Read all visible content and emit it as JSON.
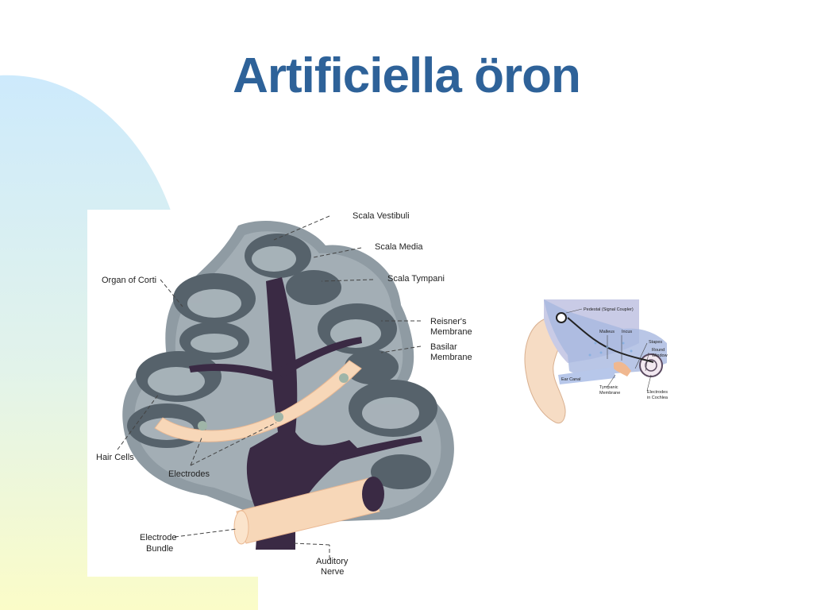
{
  "slide": {
    "title": "Artificiella öron"
  },
  "cochlea_diagram": {
    "labels": {
      "scala_vestibuli": "Scala Vestibuli",
      "scala_media": "Scala Media",
      "scala_tympani": "Scala Tympani",
      "organ_of_corti": "Organ of Corti",
      "reisners_membrane_1": "Reisner's",
      "reisners_membrane_2": "Membrane",
      "basilar_membrane_1": "Basilar",
      "basilar_membrane_2": "Membrane",
      "hair_cells": "Hair Cells",
      "electrodes": "Electrodes",
      "electrode_bundle_1": "Electrode",
      "electrode_bundle_2": "Bundle",
      "auditory_nerve_1": "Auditory",
      "auditory_nerve_2": "Nerve"
    }
  },
  "ear_diagram": {
    "labels": {
      "pedestal": "Pedestal (Signal Coupler)",
      "malleus": "Malleus",
      "incus": "Incus",
      "stapes": "Stapes",
      "round_window_1": "Round",
      "round_window_2": "Window",
      "ear_canal": "Ear Canal",
      "tympanic_membrane_1": "Tympanic",
      "tympanic_membrane_2": "Membrane",
      "electrodes_in_cochlea_1": "Electrodes",
      "electrodes_in_cochlea_2": "in Cochlea"
    }
  },
  "colors": {
    "title": "#2e6299",
    "cochlea_outer": "#8f9ba3",
    "cochlea_chamber": "#4f5c66",
    "nerve": "#3a2a44",
    "electrode": "#f7d7b8"
  }
}
